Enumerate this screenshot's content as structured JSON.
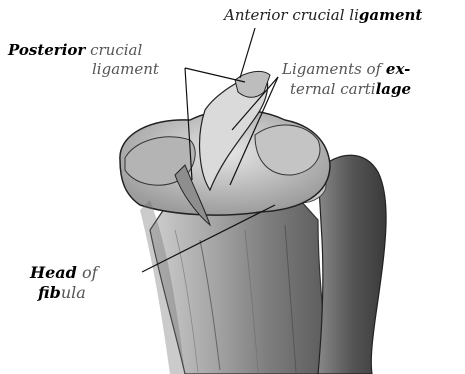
{
  "labels": {
    "anterior_crucial": {
      "word1": "Anterior crucial li",
      "word2": "gament"
    },
    "posterior_crucial": {
      "line1_bold": "Posterior",
      "line1_rest": " crucial",
      "line2": "ligament"
    },
    "ligaments_external": {
      "line1": "Ligaments of ",
      "line1_bold": "ex-",
      "line2": "ternal carti",
      "line2_bold": "lage"
    },
    "head_fibula": {
      "line1_bold": "Head",
      "line1_rest": " of",
      "line2_bold": "fib",
      "line2_rest": "ula"
    }
  },
  "colors": {
    "bone_light": "#d8d8d8",
    "bone_mid": "#9a9a9a",
    "bone_dark": "#3a3a3a",
    "ink": "#111111"
  }
}
